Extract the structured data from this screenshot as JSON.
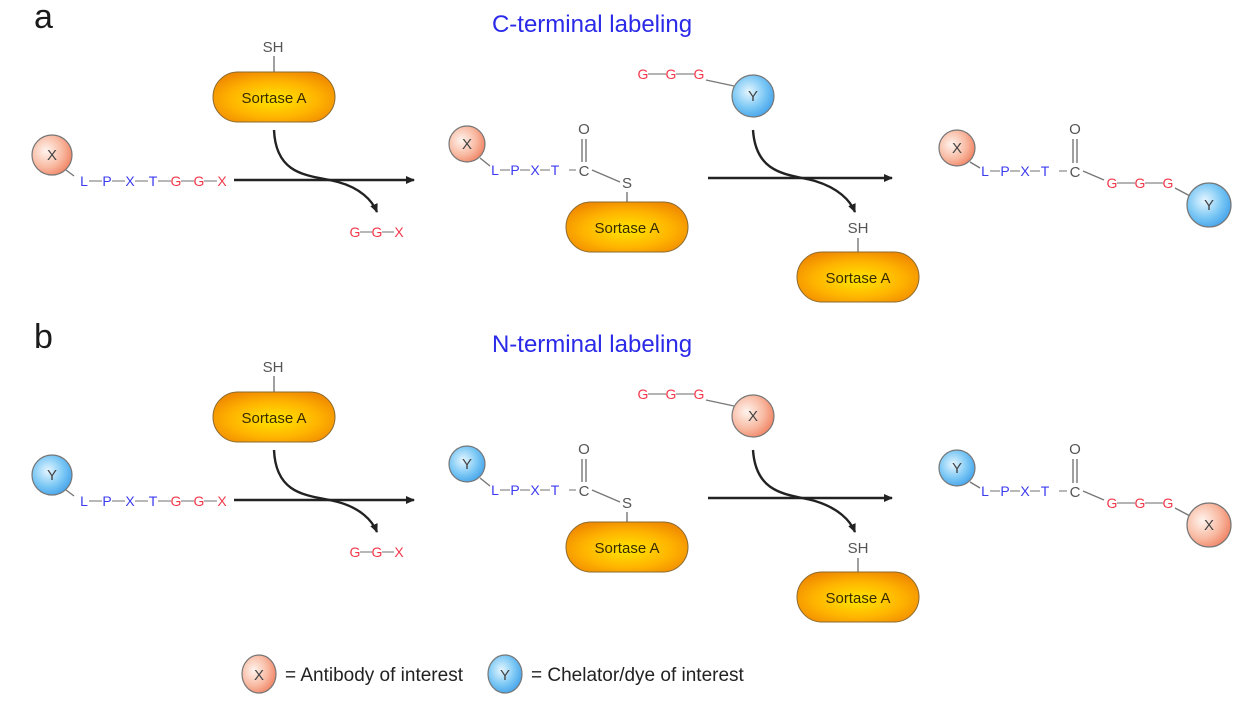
{
  "figure": {
    "panels": [
      {
        "letter": "a",
        "title": "C-terminal labeling",
        "substrate": {
          "conjugate": "X",
          "chain": [
            "L",
            "P",
            "X",
            "T",
            "G",
            "G",
            "X"
          ]
        },
        "enzyme": {
          "label": "Sortase A",
          "thiol": "SH"
        },
        "leaving_group": [
          "G",
          "G",
          "X"
        ],
        "intermediate": {
          "conjugate": "X",
          "chain": [
            "L",
            "P",
            "X",
            "T"
          ],
          "carbon": "C",
          "oxygen": "O",
          "sulfur": "S",
          "enzyme_label": "Sortase A"
        },
        "nucleophile": {
          "chain": [
            "G",
            "G",
            "G"
          ],
          "conjugate": "Y"
        },
        "released_enzyme": {
          "label": "Sortase A",
          "thiol": "SH"
        },
        "product": {
          "conjugate_n": "X",
          "chain": [
            "L",
            "P",
            "X",
            "T"
          ],
          "carbon": "C",
          "oxygen": "O",
          "gly": [
            "G",
            "G",
            "G"
          ],
          "conjugate_c": "Y"
        }
      },
      {
        "letter": "b",
        "title": "N-terminal labeling",
        "substrate": {
          "conjugate": "Y",
          "chain": [
            "L",
            "P",
            "X",
            "T",
            "G",
            "G",
            "X"
          ]
        },
        "enzyme": {
          "label": "Sortase A",
          "thiol": "SH"
        },
        "leaving_group": [
          "G",
          "G",
          "X"
        ],
        "intermediate": {
          "conjugate": "Y",
          "chain": [
            "L",
            "P",
            "X",
            "T"
          ],
          "carbon": "C",
          "oxygen": "O",
          "sulfur": "S",
          "enzyme_label": "Sortase A"
        },
        "nucleophile": {
          "chain": [
            "G",
            "G",
            "G"
          ],
          "conjugate": "X"
        },
        "released_enzyme": {
          "label": "Sortase A",
          "thiol": "SH"
        },
        "product": {
          "conjugate_n": "Y",
          "chain": [
            "L",
            "P",
            "X",
            "T"
          ],
          "carbon": "C",
          "oxygen": "O",
          "gly": [
            "G",
            "G",
            "G"
          ],
          "conjugate_c": "X"
        }
      }
    ],
    "legend": [
      {
        "symbol": "X",
        "text": "= Antibody of interest"
      },
      {
        "symbol": "Y",
        "text": "= Chelator/dye of interest"
      }
    ],
    "colors": {
      "motif_blue": "#3b3bf0",
      "glycine_red": "#f0384a",
      "title_blue": "#2a2ae8",
      "antibody_fill": "#f5a88c",
      "chelator_fill": "#5ab4f0",
      "enzyme_fill": "#f5a800"
    }
  }
}
